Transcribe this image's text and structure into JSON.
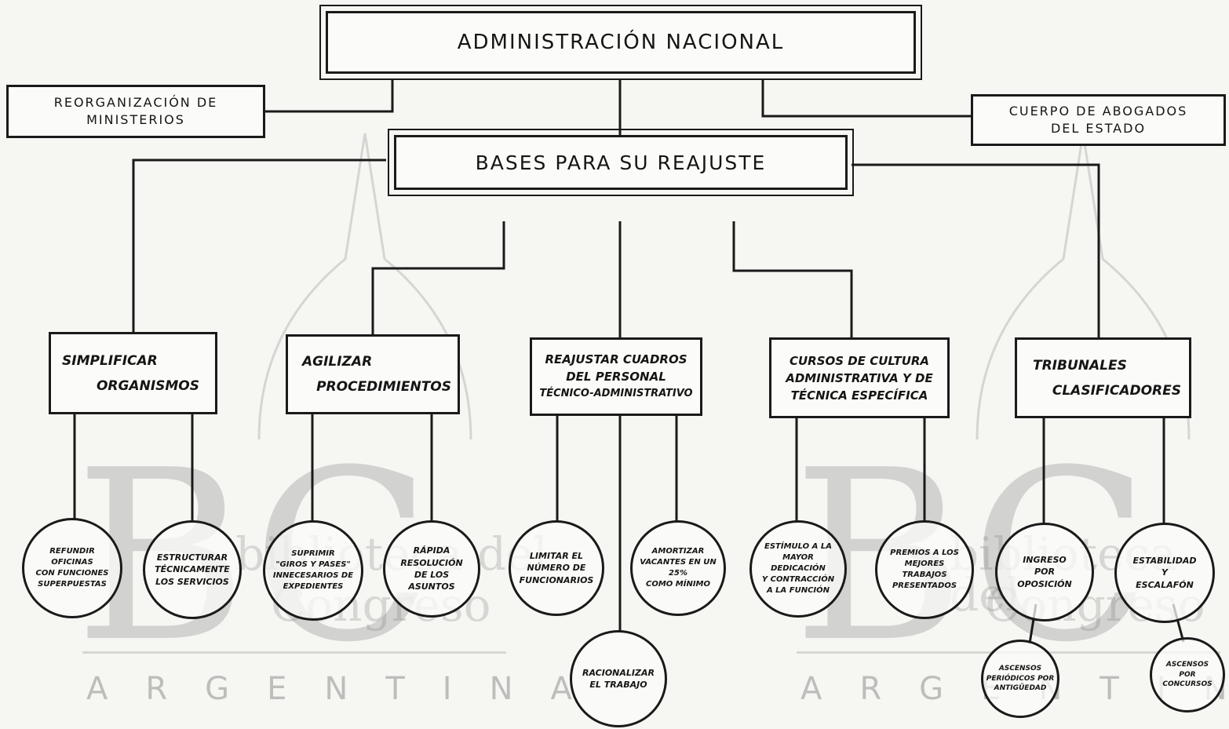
{
  "top": {
    "title": "ADMINISTRACIÓN NACIONAL"
  },
  "left_box": {
    "line1": "REORGANIZACIÓN  DE",
    "line2": "MINISTERIOS"
  },
  "right_box": {
    "line1": "CUERPO DE ABOGADOS",
    "line2": "DEL ESTADO"
  },
  "center": {
    "title": "BASES PARA SU REAJUSTE"
  },
  "branches": [
    {
      "lines": [
        "SIMPLIFICAR",
        "ORGANISMOS"
      ],
      "leaves": [
        [
          "REFUNDIR OFICINAS",
          "CON FUNCIONES",
          "SUPERPUESTAS"
        ],
        [
          "ESTRUCTURAR",
          "TÉCNICAMENTE",
          "LOS SERVICIOS"
        ]
      ]
    },
    {
      "lines": [
        "AGILIZAR",
        "PROCEDIMIENTOS"
      ],
      "leaves": [
        [
          "SUPRIMIR",
          "\"GIROS Y PASES\"",
          "INNECESARIOS DE",
          "EXPEDIENTES"
        ],
        [
          "RÁPIDA",
          "RESOLUCIÓN",
          "DE LOS ASUNTOS"
        ]
      ]
    },
    {
      "lines": [
        "REAJUSTAR CUADROS",
        "DEL PERSONAL",
        "TÉCNICO-ADMINISTRATIVO"
      ],
      "leaves": [
        [
          "LIMITAR EL",
          "NÚMERO DE",
          "FUNCIONARIOS"
        ],
        [
          "AMORTIZAR",
          "VACANTES EN UN 25%",
          "COMO MÍNIMO"
        ],
        [
          "RACIONALIZAR",
          "EL TRABAJO"
        ]
      ]
    },
    {
      "lines": [
        "CURSOS DE CULTURA",
        "ADMINISTRATIVA Y DE",
        "TÉCNICA ESPECÍFICA"
      ],
      "leaves": [
        [
          "ESTÍMULO A LA",
          "MAYOR DEDICACIÓN",
          "Y CONTRACCIÓN",
          "A LA FUNCIÓN"
        ],
        [
          "PREMIOS A LOS",
          "MEJORES TRABAJOS",
          "PRESENTADOS"
        ]
      ]
    },
    {
      "lines": [
        "TRIBUNALES",
        "CLASIFICADORES"
      ],
      "leaves": [
        [
          "INGRESO",
          "POR",
          "OPOSICIÓN"
        ],
        [
          "ESTABILIDAD",
          "Y",
          "ESCALAFÓN"
        ]
      ],
      "subleaves": [
        [
          "ASCENSOS",
          "PERIÓDICOS POR",
          "ANTIGÜEDAD"
        ],
        [
          "ASCENSOS",
          "POR",
          "CONCURSOS"
        ]
      ]
    }
  ],
  "watermark": {
    "monogram": "BC",
    "word1": "biblioteca del",
    "word2": "Congreso",
    "country": "ARGENTINA"
  }
}
